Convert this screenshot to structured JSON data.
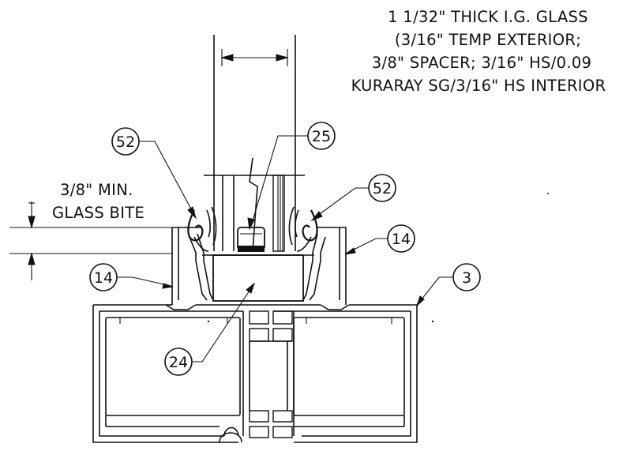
{
  "glass_note": {
    "lines": [
      "1 1/32\" THICK I.G. GLASS",
      "(3/16\" TEMP EXTERIOR;",
      "3/8\" SPACER; 3/16\" HS/0.09",
      "KURARAY SG/3/16\" HS INTERIOR"
    ]
  },
  "glass_bite_note": {
    "lines": [
      "3/8\" MIN.",
      "GLASS BITE"
    ]
  },
  "callouts": {
    "gasket_left": "52",
    "setting_block": "25",
    "gasket_right": "52",
    "pressure_plate_right": "14",
    "pressure_plate_left": "14",
    "mullion": "3",
    "thermal_break": "24"
  },
  "colors": {
    "line": "#111111",
    "background": "#ffffff"
  }
}
